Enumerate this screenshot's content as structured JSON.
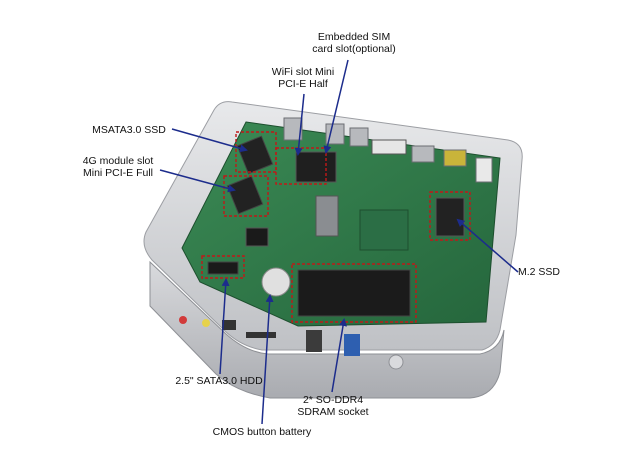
{
  "labels": {
    "embedded_sim": {
      "line1": "Embedded SIM",
      "line2": "card slot(optional)"
    },
    "wifi_slot": {
      "line1": "WiFi slot Mini",
      "line2": "PCI-E Half"
    },
    "msata": {
      "line1": "MSATA3.0 SSD"
    },
    "module_4g": {
      "line1": "4G module slot",
      "line2": "Mini PCI-E Full"
    },
    "m2_ssd": {
      "line1": "M.2 SSD"
    },
    "sata_hdd": {
      "line1": "2.5\" SATA3.0 HDD"
    },
    "ddr4": {
      "line1": "2* SO-DDR4",
      "line2": "SDRAM socket"
    },
    "cmos": {
      "line1": "CMOS button battery"
    }
  },
  "colors": {
    "arrow": "#1c2c8c",
    "highlight": "#c01818",
    "chassis": "#d7d8db",
    "pcb": "#2f7d4a"
  },
  "icons": {
    "arrow": "arrow-icon"
  }
}
